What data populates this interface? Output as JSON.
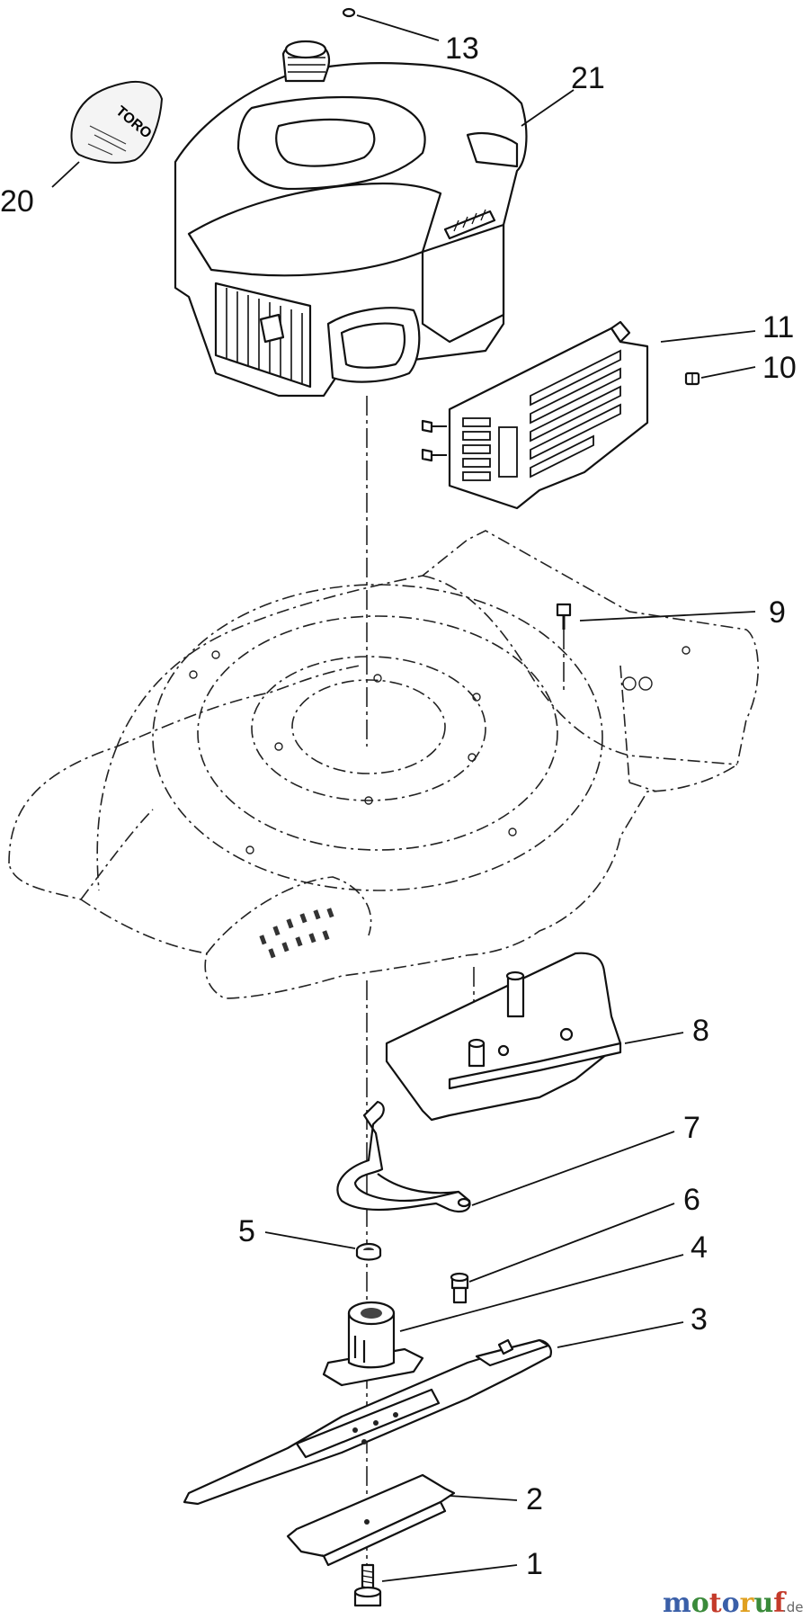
{
  "callouts": [
    {
      "id": "1",
      "label": "1"
    },
    {
      "id": "2",
      "label": "2"
    },
    {
      "id": "3",
      "label": "3"
    },
    {
      "id": "4",
      "label": "4"
    },
    {
      "id": "5",
      "label": "5"
    },
    {
      "id": "6",
      "label": "6"
    },
    {
      "id": "7",
      "label": "7"
    },
    {
      "id": "8",
      "label": "8"
    },
    {
      "id": "9",
      "label": "9"
    },
    {
      "id": "10",
      "label": "10"
    },
    {
      "id": "11",
      "label": "11"
    },
    {
      "id": "13",
      "label": "13"
    },
    {
      "id": "20",
      "label": "20"
    },
    {
      "id": "21",
      "label": "21"
    }
  ],
  "decal_text": "TORO",
  "watermark": {
    "letters": [
      "m",
      "o",
      "t",
      "o",
      "r",
      "u",
      "f"
    ],
    "colors": [
      "#3a5fa8",
      "#3a8a3a",
      "#c43a2a",
      "#3a5fa8",
      "#e0a020",
      "#3a8a3a",
      "#c43a2a"
    ],
    "suffix": ".de"
  }
}
